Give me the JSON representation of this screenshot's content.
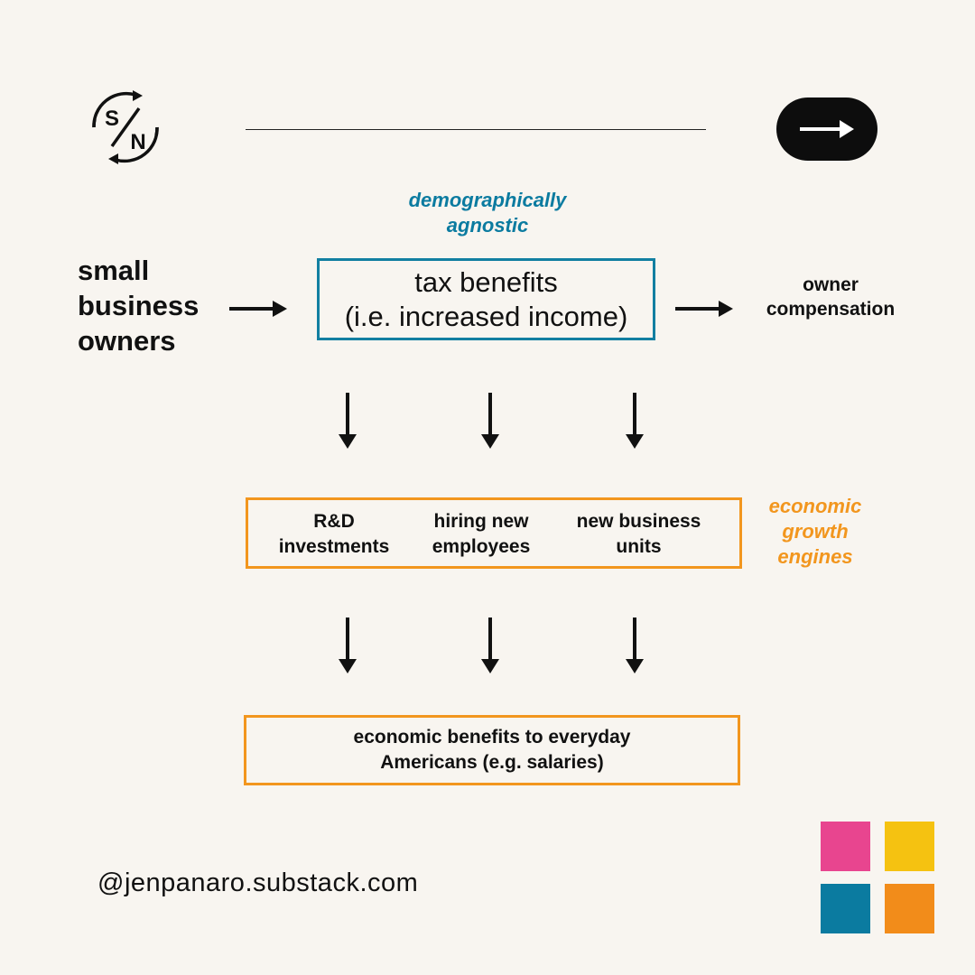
{
  "logo": {
    "letters_top": "S",
    "letters_bottom": "N"
  },
  "header": {
    "next_icon": "arrow-right-icon"
  },
  "flow": {
    "source_label": [
      "small",
      "business",
      "owners"
    ],
    "top_note": [
      "demographically",
      "agnostic"
    ],
    "tax_box": [
      "tax benefits",
      "(i.e. increased income)"
    ],
    "owner_label": [
      "owner",
      "compensation"
    ],
    "engines": [
      {
        "lines": [
          "R&D",
          "investments"
        ]
      },
      {
        "lines": [
          "hiring new",
          "employees"
        ]
      },
      {
        "lines": [
          "new business",
          "units"
        ]
      }
    ],
    "engines_note": [
      "economic",
      "growth",
      "engines"
    ],
    "benefits_box": [
      "economic benefits to everyday",
      "Americans (e.g. salaries)"
    ]
  },
  "footer": {
    "handle": "@jenpanaro.substack.com",
    "swatches": [
      "#e8458f",
      "#f5c211",
      "#0b7ba0",
      "#f28c1a"
    ]
  },
  "colors": {
    "background": "#f8f5f0",
    "blue": "#0b7ba0",
    "orange": "#f2961e",
    "ink": "#111111"
  }
}
